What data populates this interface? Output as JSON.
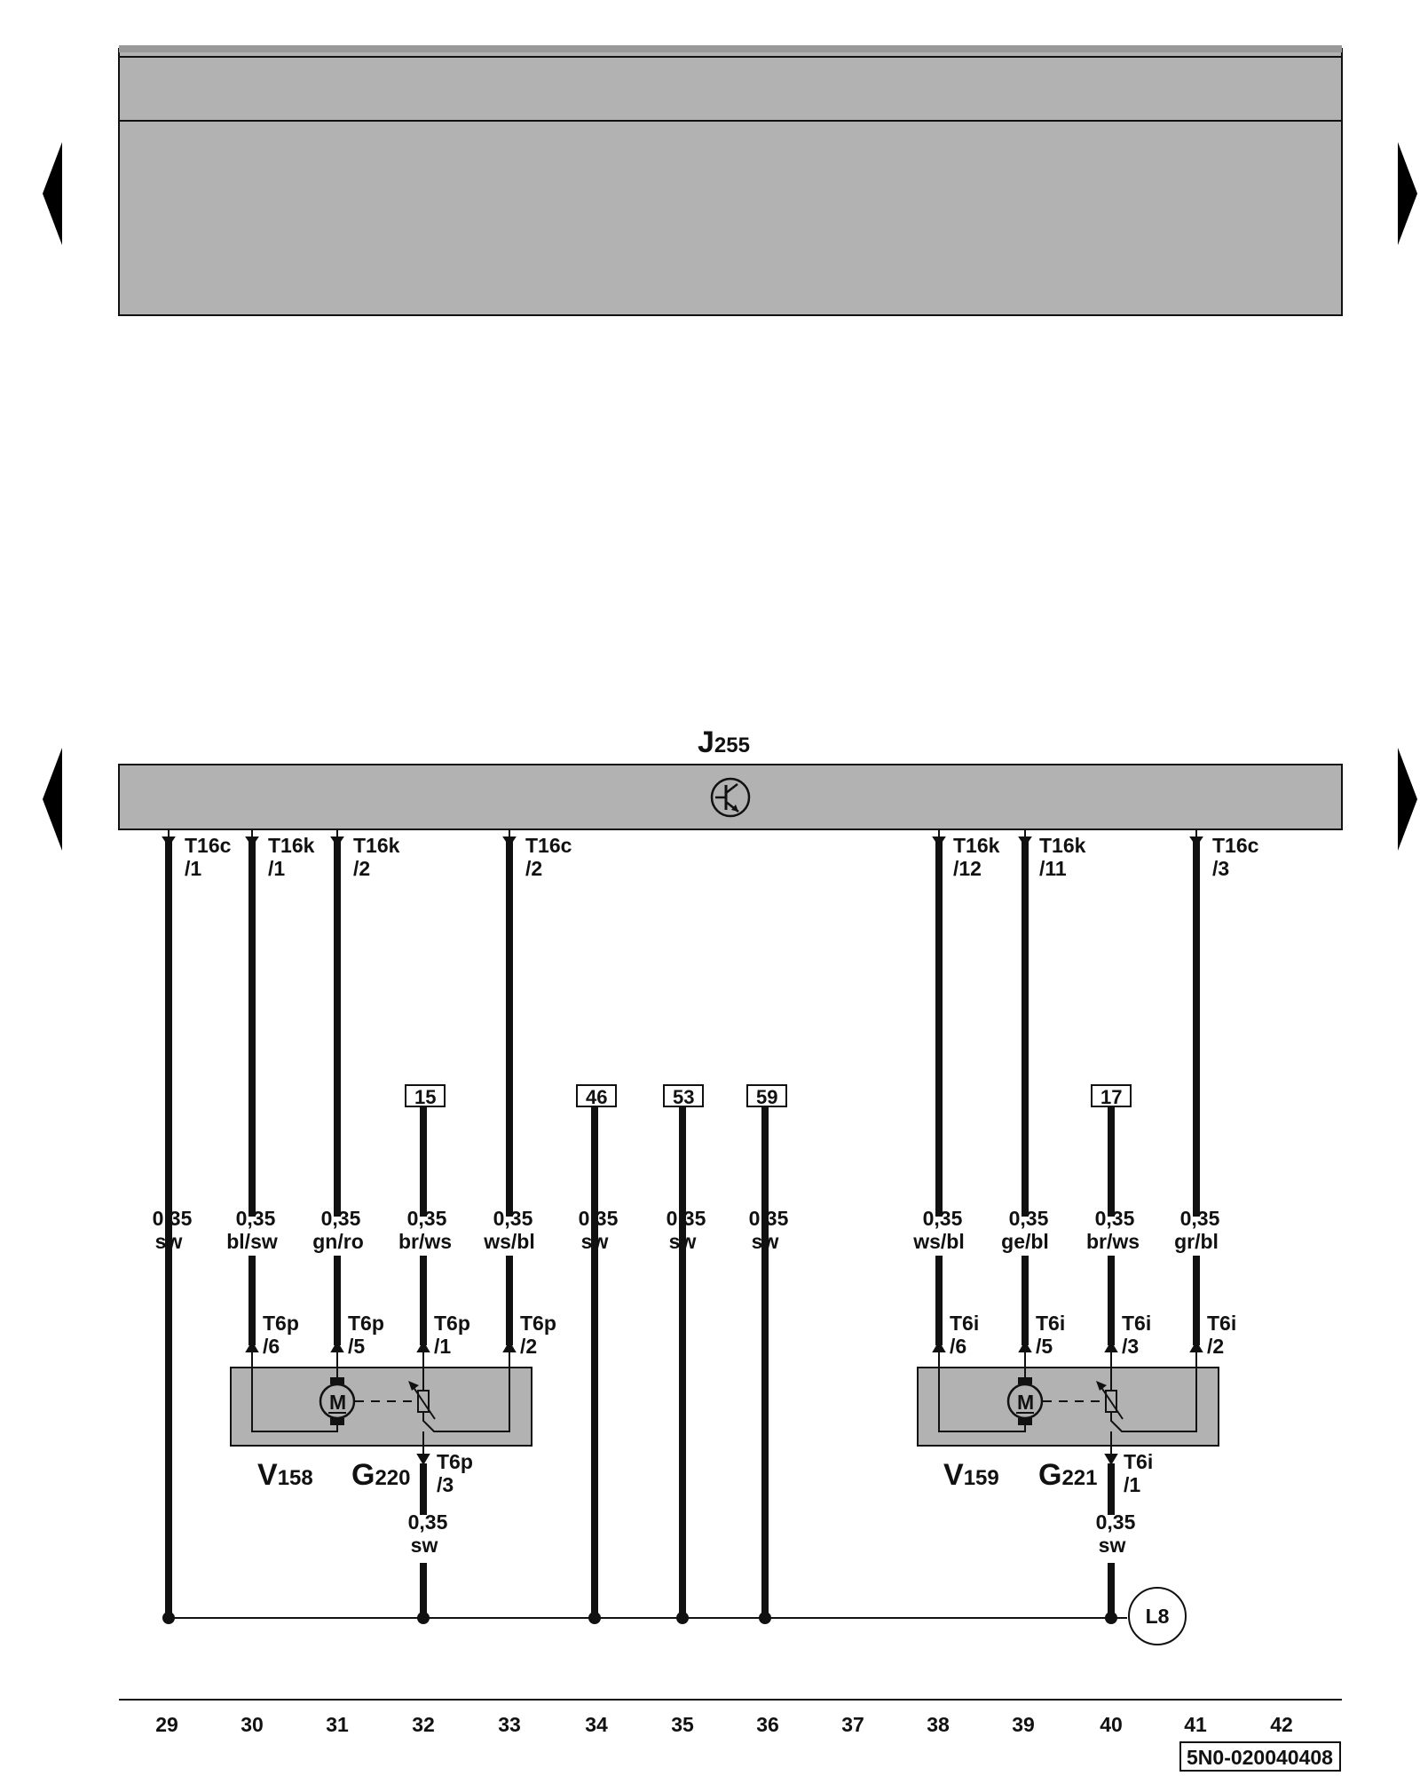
{
  "control_unit": {
    "name": "J",
    "index": "255"
  },
  "wires": [
    {
      "id": "w29",
      "pin_top": "T16c",
      "pin_top_no": "/1",
      "size": "0,35",
      "color": "sw"
    },
    {
      "id": "w30",
      "pin_top": "T16k",
      "pin_top_no": "/1",
      "size": "0,35",
      "color": "bl/sw",
      "pin_bottom": "T6p",
      "pin_bottom_no": "/6"
    },
    {
      "id": "w31",
      "pin_top": "T16k",
      "pin_top_no": "/2",
      "size": "0,35",
      "color": "gn/ro",
      "pin_bottom": "T6p",
      "pin_bottom_no": "/5"
    },
    {
      "id": "w32",
      "ref": "15",
      "size": "0,35",
      "color": "br/ws",
      "pin_bottom": "T6p",
      "pin_bottom_no": "/1",
      "pin_lower": "T6p",
      "pin_lower_no": "/3",
      "size_lower": "0,35",
      "color_lower": "sw"
    },
    {
      "id": "w33",
      "pin_top": "T16c",
      "pin_top_no": "/2",
      "size": "0,35",
      "color": "ws/bl",
      "pin_bottom": "T6p",
      "pin_bottom_no": "/2"
    },
    {
      "id": "w34",
      "ref": "46",
      "size": "0,35",
      "color": "sw"
    },
    {
      "id": "w35",
      "ref": "53",
      "size": "0,35",
      "color": "sw"
    },
    {
      "id": "w36",
      "ref": "59",
      "size": "0,35",
      "color": "sw"
    },
    {
      "id": "w38",
      "pin_top": "T16k",
      "pin_top_no": "/12",
      "size": "0,35",
      "color": "ws/bl",
      "pin_bottom": "T6i",
      "pin_bottom_no": "/6"
    },
    {
      "id": "w39",
      "pin_top": "T16k",
      "pin_top_no": "/11",
      "size": "0,35",
      "color": "ge/bl",
      "pin_bottom": "T6i",
      "pin_bottom_no": "/5"
    },
    {
      "id": "w40",
      "ref": "17",
      "size": "0,35",
      "color": "br/ws",
      "pin_bottom": "T6i",
      "pin_bottom_no": "/3",
      "pin_lower": "T6i",
      "pin_lower_no": "/1",
      "size_lower": "0,35",
      "color_lower": "sw"
    },
    {
      "id": "w41",
      "pin_top": "T16c",
      "pin_top_no": "/3",
      "size": "0,35",
      "color": "gr/bl",
      "pin_bottom": "T6i",
      "pin_bottom_no": "/2"
    }
  ],
  "components": [
    {
      "id": "left",
      "motor": {
        "name": "V",
        "index": "158"
      },
      "sensor": {
        "name": "G",
        "index": "220"
      },
      "motor_symbol": "M"
    },
    {
      "id": "right",
      "motor": {
        "name": "V",
        "index": "159"
      },
      "sensor": {
        "name": "G",
        "index": "221"
      },
      "motor_symbol": "M"
    }
  ],
  "ground_point": "L8",
  "column_numbers": [
    "29",
    "30",
    "31",
    "32",
    "33",
    "34",
    "35",
    "36",
    "37",
    "38",
    "39",
    "40",
    "41",
    "42"
  ],
  "document_code": "5N0-020040408",
  "colors": {
    "panel_fill": "#b2b2b2",
    "line": "#111111",
    "background": "#ffffff"
  }
}
